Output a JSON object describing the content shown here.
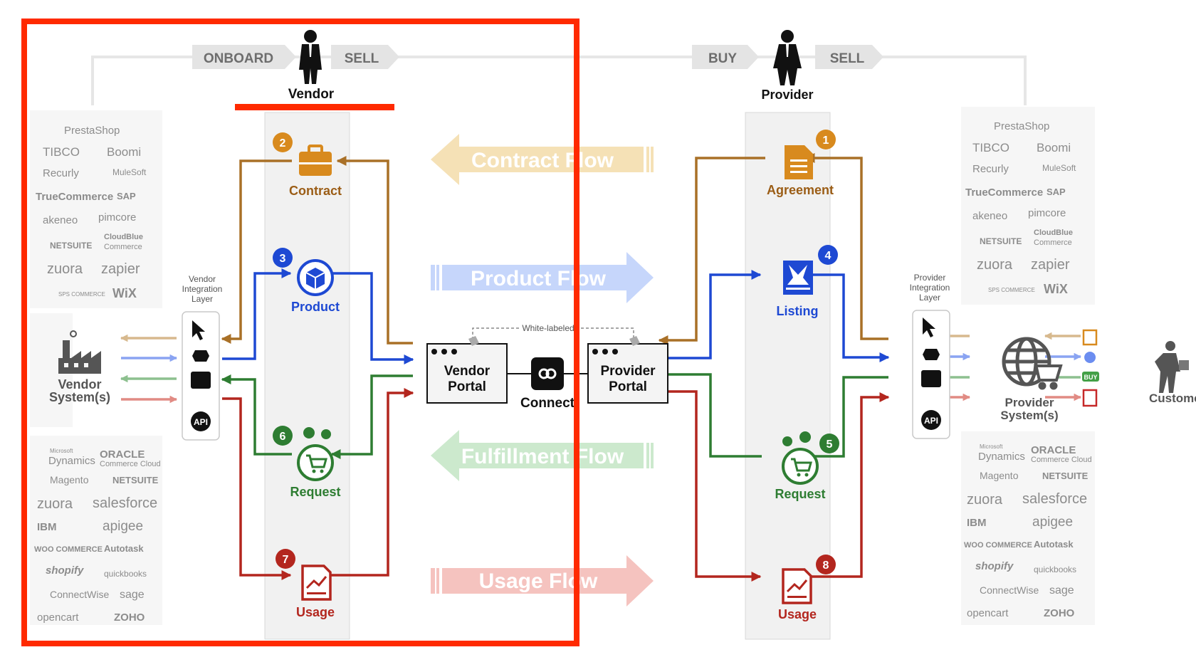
{
  "header": {
    "vendor_tabs": [
      "ONBOARD",
      "SELL"
    ],
    "provider_tabs": [
      "BUY",
      "SELL"
    ],
    "vendor_label": "Vendor",
    "provider_label": "Provider"
  },
  "vendor_side": {
    "integration_layer": [
      "Vendor",
      "Integration",
      "Layer"
    ],
    "system": [
      "Vendor",
      "System(s)"
    ],
    "nodes": [
      {
        "label": "Contract",
        "badge": "2"
      },
      {
        "label": "Product",
        "badge": "3"
      },
      {
        "label": "Request",
        "badge": "6"
      },
      {
        "label": "Usage",
        "badge": "7"
      }
    ],
    "logos_top": [
      "PrestaShop",
      "TIBCO",
      "Boomi",
      "Recurly",
      "MuleSoft",
      "TrueCommerce",
      "SAP",
      "akeneo",
      "pimcore",
      "NETSUITE",
      "CloudBlue",
      "Commerce",
      "zuora",
      "zapier",
      "SPS COMMERCE",
      "WiX"
    ],
    "logos_bottom": [
      "Microsoft",
      "Dynamics",
      "ORACLE",
      "Commerce Cloud",
      "Magento",
      "NETSUITE",
      "zuora",
      "salesforce",
      "IBM",
      "apigee",
      "WOO COMMERCE",
      "Autotask",
      "shopify",
      "quickbooks",
      "ConnectWise",
      "sage",
      "opencart",
      "ZOHO"
    ]
  },
  "provider_side": {
    "integration_layer": [
      "Provider",
      "Integration",
      "Layer"
    ],
    "system": [
      "Provider",
      "System(s)"
    ],
    "customer": "Customer",
    "nodes": [
      {
        "label": "Agreement",
        "badge": "1"
      },
      {
        "label": "Listing",
        "badge": "4"
      },
      {
        "label": "Request",
        "badge": "5"
      },
      {
        "label": "Usage",
        "badge": "8"
      }
    ],
    "logos_top": [
      "PrestaShop",
      "TIBCO",
      "Boomi",
      "Recurly",
      "MuleSoft",
      "TrueCommerce",
      "SAP",
      "akeneo",
      "pimcore",
      "NETSUITE",
      "CloudBlue",
      "Commerce",
      "zuora",
      "zapier",
      "SPS COMMERCE",
      "WiX"
    ],
    "logos_bottom": [
      "Microsoft",
      "Dynamics",
      "ORACLE",
      "Commerce Cloud",
      "Magento",
      "NETSUITE",
      "zuora",
      "salesforce",
      "IBM",
      "apigee",
      "WOO COMMERCE",
      "Autotask",
      "shopify",
      "quickbooks",
      "ConnectWise",
      "sage",
      "opencart",
      "ZOHO"
    ]
  },
  "center": {
    "vendor_portal": [
      "Vendor",
      "Portal"
    ],
    "provider_portal": [
      "Provider",
      "Portal"
    ],
    "connect_label": "Connect",
    "white_label": "White-labeled",
    "buy_badge": "BUY",
    "api_label": "API"
  },
  "flows": [
    {
      "label": "Contract Flow",
      "color": "#f5e1b6"
    },
    {
      "label": "Product Flow",
      "color": "#c6d6fb"
    },
    {
      "label": "Fulfillment Flow",
      "color": "#cce9cd"
    },
    {
      "label": "Usage Flow",
      "color": "#f5c3bf"
    }
  ],
  "colors": {
    "contract": "#a97027",
    "product": "#1e49d3",
    "fulfillment": "#2e7d32",
    "usage": "#b3261e",
    "badge_orange": "#d88a1e",
    "highlight": "#ff2a00"
  }
}
